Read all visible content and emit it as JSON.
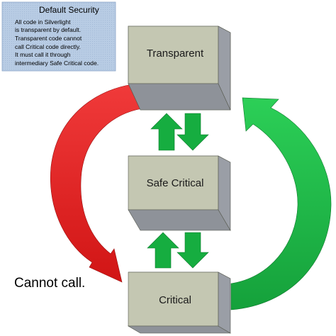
{
  "note": {
    "title": "Default Security",
    "lines": [
      "All code in Silverlight",
      "is transparent by default.",
      "Transparent code cannot",
      "call Critical code directly.",
      "It must call it through",
      "intermediary Safe Critical code."
    ]
  },
  "boxes": {
    "transparent": "Transparent",
    "safe_critical": "Safe Critical",
    "critical": "Critical"
  },
  "cannot_call_label": "Cannot call.",
  "colors": {
    "note_background": "#b8cce4",
    "box_face": "#c4c7b2",
    "box_top": "#dcdfcd",
    "box_side": "#8e9299",
    "red_arrow": "#e51c1c",
    "green_arrow": "#1ab345",
    "small_arrow_green": "#11a43c"
  },
  "icons": {
    "red_arrow": "curved-arrow-red-icon",
    "green_arrow": "curved-arrow-green-icon",
    "small_arrows": "up-down-arrow-icon"
  }
}
